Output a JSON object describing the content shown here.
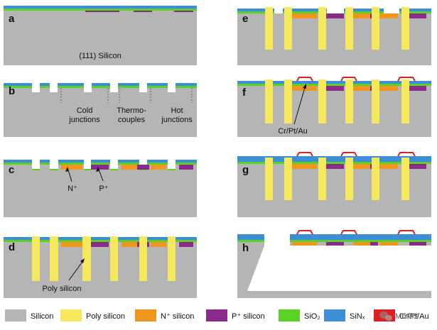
{
  "colors": {
    "silicon": "#b5b5b5",
    "poly": "#f6e85c",
    "nplus": "#f0961f",
    "pplus": "#8a2b8c",
    "sio2": "#5bd026",
    "sinx": "#3c8fd6",
    "metal": "#e02020"
  },
  "panels": [
    {
      "letter": "a",
      "label": "(111) Silicon"
    },
    {
      "letter": "b",
      "labels": [
        "Cold",
        "junctions",
        "Thermo-",
        "couples",
        "Hot",
        "junctions"
      ]
    },
    {
      "letter": "c",
      "labels": [
        "N⁺",
        "P⁺"
      ]
    },
    {
      "letter": "d",
      "label": "Poly silicon"
    },
    {
      "letter": "e"
    },
    {
      "letter": "f",
      "label": "Cr/Pt/Au"
    },
    {
      "letter": "g"
    },
    {
      "letter": "h"
    }
  ],
  "legend": [
    {
      "label": "Silicon",
      "color_key": "silicon"
    },
    {
      "label": "Poly silicon",
      "color_key": "poly"
    },
    {
      "label": "N⁺ silicon",
      "color_key": "nplus"
    },
    {
      "label": "P⁺ silicon",
      "color_key": "pplus"
    },
    {
      "label": "SiO₂",
      "color_key": "sio2"
    },
    {
      "label": "SiNₓ",
      "color_key": "sinx"
    },
    {
      "label": "Cr/Pt/Au",
      "color_key": "metal"
    }
  ],
  "watermark": {
    "text": "MEMS",
    "icon": "wechat-icon"
  }
}
